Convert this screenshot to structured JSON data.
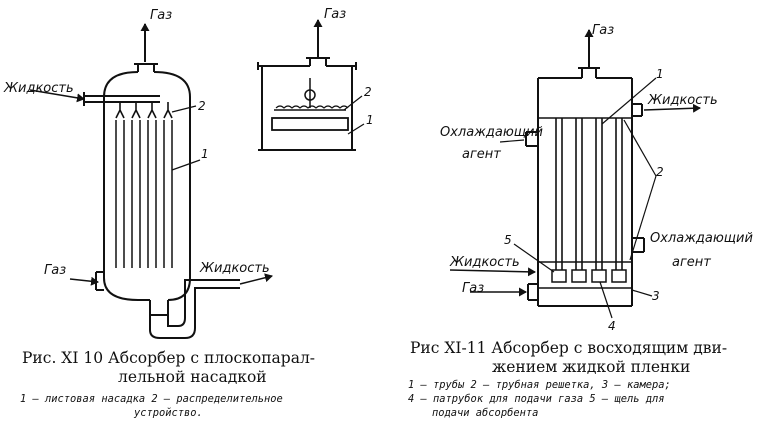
{
  "figure_left": {
    "labels": {
      "gas_out": "Газ",
      "liquid_in": "Жидкость",
      "gas_in": "Газ",
      "liquid_out": "Жидкость",
      "n1": "1",
      "n2": "2",
      "inset_gas_out": "Газ",
      "inset_n1": "1",
      "inset_n2": "2"
    },
    "caption_line1": "Рис.  XI 10   Абсорбер с плоскопарал-",
    "caption_line2": "лельной насадкой",
    "legend_line1": "1 — листовая  насадка  2 — распределительное",
    "legend_line2": "устройство."
  },
  "figure_right": {
    "labels": {
      "gas_out": "Газ",
      "liquid_out": "Жидкость",
      "coolant_in_1": "Охлаждающий",
      "coolant_in_2": "агент",
      "coolant_out_1": "Охлаждающий",
      "coolant_out_2": "агент",
      "liquid_in": "Жидкость",
      "gas_in": "Газ",
      "n1": "1",
      "n2": "2",
      "n3": "3",
      "n4": "4",
      "n5": "5"
    },
    "caption_line1": "Рис XI-11  Абсорбер с восходящим дви-",
    "caption_line2": "жением жидкой пленки",
    "legend_line1": "1 — трубы  2 — трубная решетка, 3 — камера;",
    "legend_line2": "4 — патрубок для подачи газа  5 — щель для",
    "legend_line3": "подачи абсорбента"
  }
}
